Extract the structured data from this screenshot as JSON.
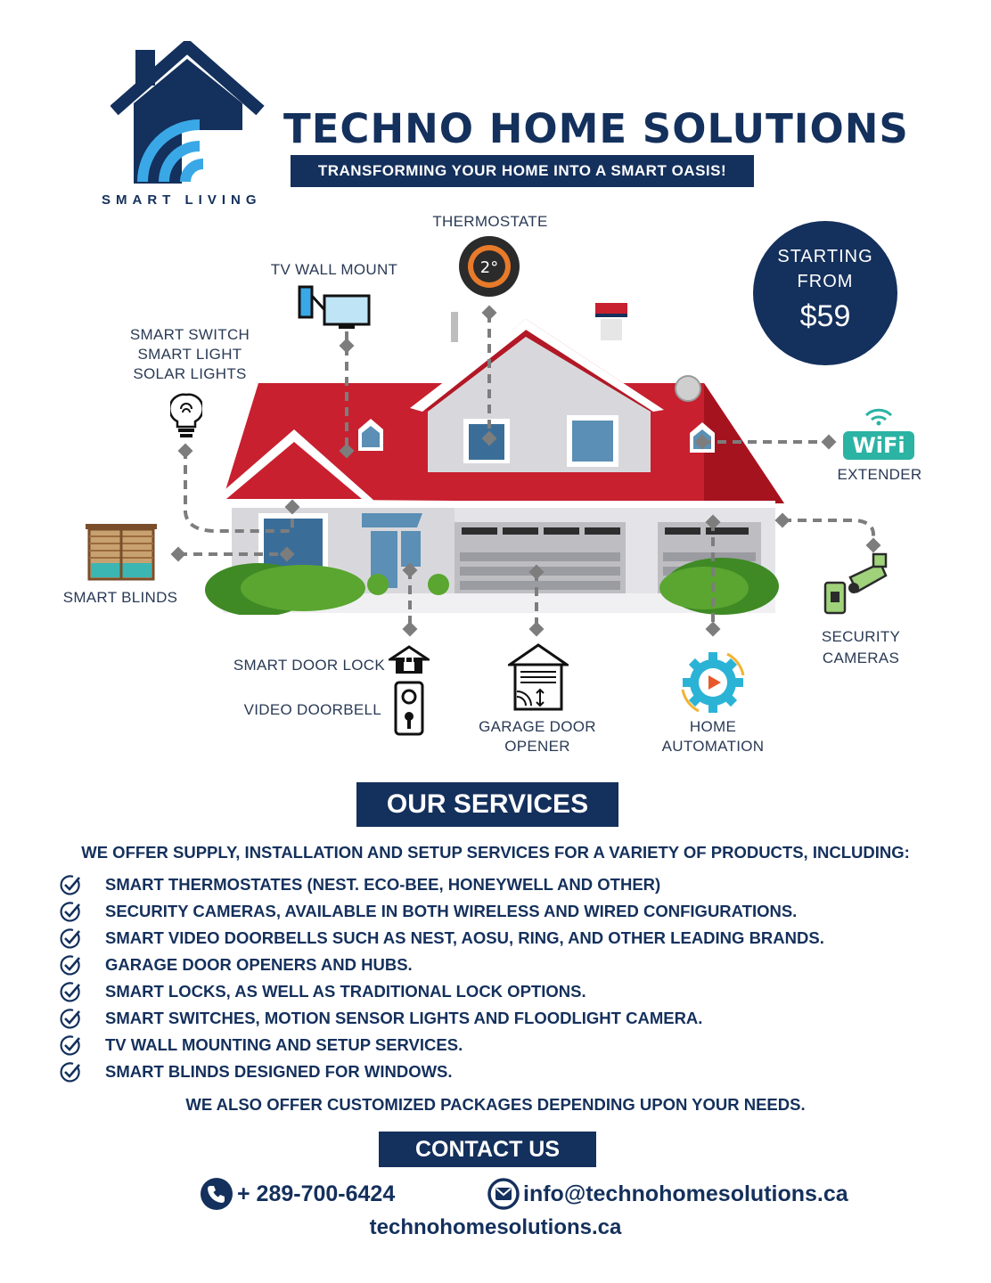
{
  "brand": {
    "name": "TECHNO HOME SOLUTIONS",
    "tagline": "TRANSFORMING YOUR HOME INTO A SMART OASIS!",
    "logo_subtext": "SMART LIVING"
  },
  "price_badge": {
    "line1": "STARTING",
    "line2": "FROM",
    "price": "$59"
  },
  "diagram_labels": {
    "thermostat": "THERMOSTATE",
    "tv_mount": "TV WALL MOUNT",
    "switch_1": "SMART SWITCH",
    "switch_2": "SMART LIGHT",
    "switch_3": "SOLAR LIGHTS",
    "wifi_badge": "WiFi",
    "wifi": "EXTENDER",
    "blinds": "SMART BLINDS",
    "cameras_1": "SECURITY",
    "cameras_2": "CAMERAS",
    "door_lock": "SMART DOOR LOCK",
    "doorbell": "VIDEO DOORBELL",
    "garage_1": "GARAGE DOOR",
    "garage_2": "OPENER",
    "automation_1": "HOME",
    "automation_2": "AUTOMATION"
  },
  "services": {
    "title": "OUR SERVICES",
    "intro": "WE OFFER SUPPLY, INSTALLATION AND SETUP SERVICES FOR A VARIETY OF PRODUCTS, INCLUDING:",
    "items": [
      "SMART THERMOSTATES (NEST. ECO-BEE, HONEYWELL AND OTHER)",
      "SECURITY CAMERAS, AVAILABLE IN BOTH WIRELESS AND WIRED CONFIGURATIONS.",
      "SMART VIDEO DOORBELLS SUCH AS NEST, AOSU, RING, AND OTHER LEADING BRANDS.",
      "GARAGE DOOR OPENERS AND HUBS.",
      "SMART LOCKS, AS WELL AS TRADITIONAL LOCK OPTIONS.",
      "SMART SWITCHES, MOTION SENSOR LIGHTS AND FLOODLIGHT CAMERA.",
      "TV WALL MOUNTING AND SETUP SERVICES.",
      "SMART BLINDS DESIGNED FOR WINDOWS."
    ],
    "footer": "WE ALSO OFFER CUSTOMIZED PACKAGES DEPENDING UPON YOUR NEEDS."
  },
  "contact": {
    "title": "CONTACT US",
    "phone": "+ 289-700-6424",
    "email": "info@technohomesolutions.ca",
    "website": "technohomesolutions.ca"
  },
  "colors": {
    "navy": "#14305c",
    "roof_red": "#c8202f",
    "accent_blue": "#3aa8e6"
  }
}
